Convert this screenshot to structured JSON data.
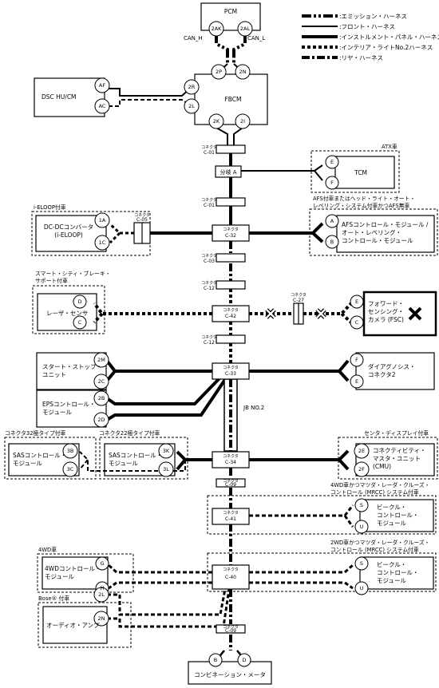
{
  "legend": [
    {
      "label": ":エミッション・ハーネス",
      "style": "emission"
    },
    {
      "label": ":フロント・ハーネス",
      "style": "front"
    },
    {
      "label": ":インストルメント・パネル・ハーネス",
      "style": "instrument"
    },
    {
      "label": ":インテリア・ライトNo.2ハーネス",
      "style": "interior"
    },
    {
      "label": ":リヤ・ハーネス",
      "style": "rear"
    }
  ],
  "modules": {
    "pcm": "PCM",
    "fbcm": "FBCM",
    "dsc": "DSC HU/CM",
    "tcm": "TCM",
    "dcdc": [
      "DC-DCコンバータ",
      "(i-ELOOP)"
    ],
    "afs": [
      "AFSコントロール・モジュール /",
      "オート・レベリング・",
      "コントロール・モジュール"
    ],
    "laser": "レーザ・センサ",
    "fsc": [
      "フォワード・",
      "センシング・",
      "カメラ (FSC)"
    ],
    "startstop": [
      "スタート・ストップ・",
      "ユニット"
    ],
    "diag": [
      "ダイアグノシス・",
      "コネクタ2"
    ],
    "eps": [
      "EPSコントロール・",
      "モジュール"
    ],
    "sas32": [
      "SASコントロール・",
      "モジュール"
    ],
    "sas22": [
      "SASコントロール・",
      "モジュール"
    ],
    "cmu": [
      "コネクティビティ・",
      "マスタ・ユニット",
      "(CMU)"
    ],
    "vcm1": [
      "ビークル・",
      "コントロール・",
      "モジュール"
    ],
    "fourwd": [
      "4WDコントロール・",
      "モジュール"
    ],
    "vcm2": [
      "ビークル・",
      "コントロール・",
      "モジュール"
    ],
    "audio": "オーディオ・アンプ",
    "meter": "コンビネーション・メータ"
  },
  "conditions": {
    "atx": "ATX車",
    "afs": [
      "AFS付車またはヘッド・ライト・オート・",
      "レベリング・システム付車かつAFS無車"
    ],
    "eloop": "i-ELOOP付車",
    "scbs": [
      "スマート・シティ・ブレーキ・",
      "サポート付車"
    ],
    "sas32": "コネクタ32極タイプ付車",
    "sas22": "コネクタ22極タイプ付車",
    "center": "センタ・ディスプレイ付車",
    "mrcc4": [
      "4WD車かつマツダ・レーダ・クルーズ・",
      "コントロール (MRCC) システム付車"
    ],
    "fourwd": "4WD車",
    "mrcc2": [
      "2WD車かつマツダ・レーダ・クルーズ・",
      "コントロール (MRCC) システム付車"
    ],
    "bose": "Bose® 付車"
  },
  "pins": {
    "pcm_l": "2AK",
    "pcm_r": "2AL",
    "fbcm_tl": "2P",
    "fbcm_tr": "2N",
    "fbcm_lt": "2R",
    "fbcm_lb": "2L",
    "fbcm_bl": "2K",
    "fbcm_br": "2I",
    "dsc_t": "AF",
    "dsc_b": "AC",
    "tcm_t": "E",
    "tcm_b": "F",
    "dcdc_t": "1A",
    "dcdc_b": "1C",
    "afs_t": "A",
    "afs_b": "B",
    "laser_t": "D",
    "laser_b": "C",
    "fsc_t": "E",
    "fsc_b": "C",
    "ss_t": "2M",
    "ss_b": "2C",
    "diag_t": "F",
    "diag_b": "E",
    "eps_t": "2B",
    "eps_b": "2D",
    "sas32_t": "3B",
    "sas32_b": "3C",
    "sas22_t": "3K",
    "sas22_b": "3L",
    "cmu_t": "2E",
    "cmu_b": "2F",
    "vcm1_t": "S",
    "vcm1_b": "U",
    "fwd_t": "G",
    "fwd_b": "H",
    "vcm2_t": "S",
    "vcm2_b": "U",
    "audio_t": "2L",
    "audio_b": "2N",
    "meter_l": "B",
    "meter_r": "D"
  },
  "signals": {
    "can_h": "CAN_H",
    "can_l": "CAN_L"
  },
  "connectors": {
    "word": "コネクタ",
    "c01a": "C-01",
    "c01b": "C-01",
    "c05": "C-05",
    "c03": "C-03",
    "c12a": "C-12",
    "c27": "C-27",
    "c12b": "C-12",
    "c09a": "C-09",
    "c09b": "C-09",
    "c32": "C-32",
    "c42": "C-42",
    "c33": "C-33",
    "c34": "C-34",
    "c41": "C-41",
    "c40": "C-40"
  },
  "junction": "分岐 A",
  "jb": "JB NO.2"
}
